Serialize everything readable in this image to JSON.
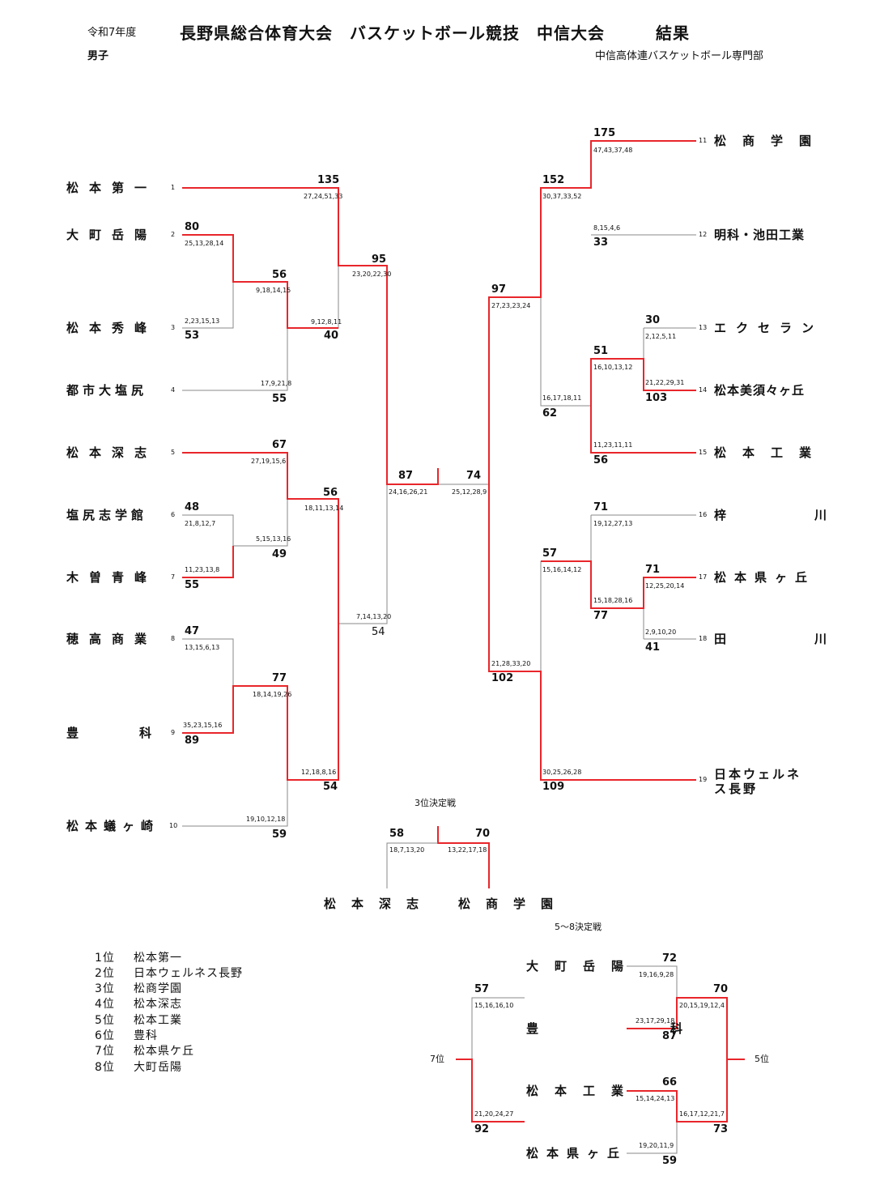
{
  "header": {
    "year": "令和7年度",
    "title": "長野県総合体育大会　バスケットボール競技　中信大会　　　結果",
    "division": "男子",
    "organizer": "中信高体連バスケットボール専門部"
  },
  "teams_left": [
    {
      "seed": "1",
      "name": "松本第一"
    },
    {
      "seed": "2",
      "name": "大町岳陽"
    },
    {
      "seed": "3",
      "name": "松本秀峰"
    },
    {
      "seed": "4",
      "name": "都市大塩尻"
    },
    {
      "seed": "5",
      "name": "松本深志"
    },
    {
      "seed": "6",
      "name": "塩尻志学館"
    },
    {
      "seed": "7",
      "name": "木曽青峰"
    },
    {
      "seed": "8",
      "name": "穂高商業"
    },
    {
      "seed": "9",
      "name": "豊　科"
    },
    {
      "seed": "10",
      "name": "松本蟻ヶ崎"
    }
  ],
  "teams_right": [
    {
      "seed": "11",
      "name": "松商学園"
    },
    {
      "seed": "12",
      "name": "明科・池田工業"
    },
    {
      "seed": "13",
      "name": "エクセラン"
    },
    {
      "seed": "14",
      "name": "松本美須々ヶ丘"
    },
    {
      "seed": "15",
      "name": "松本工業"
    },
    {
      "seed": "16",
      "name": "梓　川"
    },
    {
      "seed": "17",
      "name": "松本県ヶ丘"
    },
    {
      "seed": "18",
      "name": "田　川"
    },
    {
      "seed": "19",
      "name": "日本ウェルネス長野"
    }
  ],
  "third_place": {
    "label": "3位決定戦",
    "left_team": "松本深志",
    "right_team": "松商学園"
  },
  "classification": {
    "label": "5～8決定戦",
    "teams": [
      "大町岳陽",
      "豊　科",
      "松本工業",
      "松本県ヶ丘"
    ],
    "seventh_label": "7位",
    "fifth_label": "5位"
  },
  "rankings": [
    {
      "rank": "1位",
      "team": "松本第一"
    },
    {
      "rank": "2位",
      "team": "日本ウェルネス長野"
    },
    {
      "rank": "3位",
      "team": "松商学園"
    },
    {
      "rank": "4位",
      "team": "松本深志"
    },
    {
      "rank": "5位",
      "team": "松本工業"
    },
    {
      "rank": "6位",
      "team": "豊科"
    },
    {
      "rank": "7位",
      "team": "松本県ケ丘"
    },
    {
      "rank": "8位",
      "team": "大町岳陽"
    }
  ],
  "scores": [
    {
      "id": "s1",
      "total": "135",
      "quarters": "27,24,51,33"
    },
    {
      "id": "s2",
      "total": "80",
      "quarters": "25,13,28,14"
    },
    {
      "id": "s3",
      "total": "53",
      "quarters": "2,23,15,13"
    },
    {
      "id": "s4",
      "total": "56",
      "quarters": "9,18,14,15"
    },
    {
      "id": "s5",
      "total": "40",
      "quarters": "9,12,8,11"
    },
    {
      "id": "s6",
      "total": "55",
      "quarters": "17,9,21,8"
    },
    {
      "id": "s7",
      "total": "95",
      "quarters": "23,20,22,30"
    },
    {
      "id": "s8",
      "total": "67",
      "quarters": "27,19,15,6"
    },
    {
      "id": "s9",
      "total": "48",
      "quarters": "21,8,12,7"
    },
    {
      "id": "s10",
      "total": "55",
      "quarters": "11,23,13,8"
    },
    {
      "id": "s11",
      "total": "49",
      "quarters": "5,15,13,16"
    },
    {
      "id": "s12",
      "total": "56",
      "quarters": "18,11,13,14"
    },
    {
      "id": "s13",
      "total": "54",
      "quarters": "7,14,13,20"
    },
    {
      "id": "s14",
      "total": "47",
      "quarters": "13,15,6,13"
    },
    {
      "id": "s15",
      "total": "89",
      "quarters": "35,23,15,16"
    },
    {
      "id": "s16",
      "total": "77",
      "quarters": "18,14,19,26"
    },
    {
      "id": "s17",
      "total": "59",
      "quarters": "19,10,12,18"
    },
    {
      "id": "s18",
      "total": "54",
      "quarters": "12,18,8,16"
    },
    {
      "id": "s19",
      "total": "87",
      "quarters": "24,16,26,21"
    },
    {
      "id": "s20",
      "total": "74",
      "quarters": "25,12,28,9"
    },
    {
      "id": "s21",
      "total": "175",
      "quarters": "47,43,37,48"
    },
    {
      "id": "s22",
      "total": "33",
      "quarters": "8,15,4,6"
    },
    {
      "id": "s23",
      "total": "152",
      "quarters": "30,37,33,52"
    },
    {
      "id": "s24",
      "total": "30",
      "quarters": "2,12,5,11"
    },
    {
      "id": "s25",
      "total": "103",
      "quarters": "21,22,29,31"
    },
    {
      "id": "s26",
      "total": "51",
      "quarters": "16,10,13,12"
    },
    {
      "id": "s27",
      "total": "56",
      "quarters": "11,23,11,11"
    },
    {
      "id": "s28",
      "total": "62",
      "quarters": "16,17,18,11"
    },
    {
      "id": "s29",
      "total": "97",
      "quarters": "27,23,23,24"
    },
    {
      "id": "s30",
      "total": "71",
      "quarters": "19,12,27,13"
    },
    {
      "id": "s31",
      "total": "71",
      "quarters": "12,25,20,14"
    },
    {
      "id": "s32",
      "total": "41",
      "quarters": "2,9,10,20"
    },
    {
      "id": "s33",
      "total": "77",
      "quarters": "15,18,28,16"
    },
    {
      "id": "s34",
      "total": "57",
      "quarters": "15,16,14,12"
    },
    {
      "id": "s35",
      "total": "102",
      "quarters": "21,28,33,20"
    },
    {
      "id": "s36",
      "total": "109",
      "quarters": "30,25,26,28"
    },
    {
      "id": "s37",
      "total": "58",
      "quarters": "18,7,13,20"
    },
    {
      "id": "s38",
      "total": "70",
      "quarters": "13,22,17,18"
    },
    {
      "id": "s39",
      "total": "72",
      "quarters": "19,16,9,28"
    },
    {
      "id": "s40",
      "total": "87",
      "quarters": "23,17,29,18"
    },
    {
      "id": "s41",
      "total": "66",
      "quarters": "15,14,24,13"
    },
    {
      "id": "s42",
      "total": "59",
      "quarters": "19,20,11,9"
    },
    {
      "id": "s43",
      "total": "70",
      "quarters": "20,15,19,12,4"
    },
    {
      "id": "s44",
      "total": "73",
      "quarters": "16,17,12,21,7"
    },
    {
      "id": "s45",
      "total": "57",
      "quarters": "15,16,16,10"
    },
    {
      "id": "s46",
      "total": "92",
      "quarters": "21,20,24,27"
    }
  ],
  "colors": {
    "winner_line": "#e8262b",
    "loser_line": "#888888",
    "text": "#111111"
  }
}
